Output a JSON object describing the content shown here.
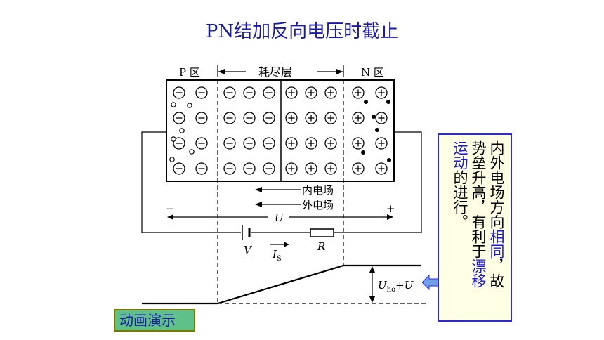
{
  "title": "PN结加反向电压时截止",
  "labels": {
    "p_region": "P 区",
    "n_region": "N 区",
    "depletion": "耗尽层",
    "inner_field": "内电场",
    "outer_field": "外电场",
    "minus": "−",
    "plus": "+",
    "voltage_u": "U",
    "source_v": "V",
    "current_main": "I",
    "current_sub": "S",
    "resistor": "R",
    "barrier_main": "U",
    "barrier_sub": "ho",
    "barrier_tail": "+U"
  },
  "ions": {
    "negative_glyph": "⊖",
    "positive_glyph": "⊕"
  },
  "note": {
    "col1_a": "内外电场方向",
    "col1_b": "相同",
    "col1_c": "，故",
    "col2_a": "势垒升高，有利于",
    "col2_b": "漂移",
    "col3_a": "运动",
    "col3_b": "的进行。"
  },
  "demo_button": "动画演示",
  "colors": {
    "title": "#1a1aa8",
    "note_blue": "#1a1ad8",
    "button_bg": "#5fc08a"
  }
}
